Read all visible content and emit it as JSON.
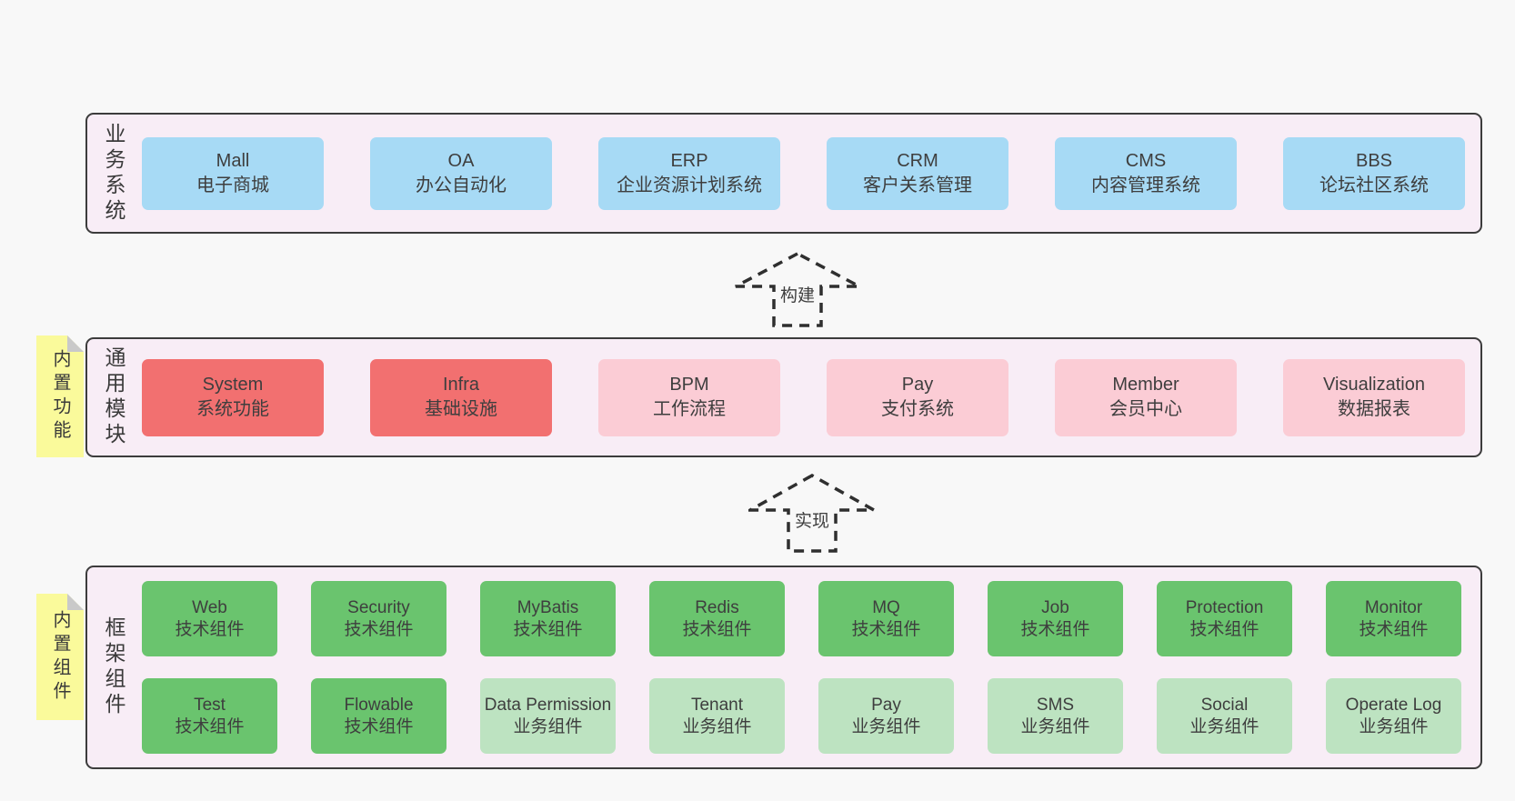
{
  "arrows": {
    "build": "构建",
    "implement": "实现"
  },
  "colors": {
    "page_bg": "#f8f8f8",
    "panel_bg": "#f8edf6",
    "panel_border": "#3c3c3c",
    "blue_box": "#a7daf5",
    "red_box": "#f27070",
    "pink_box": "#fbccd5",
    "green_box": "#6ac46e",
    "light_green_box": "#bde3c1",
    "sticky_note": "#fafa9b"
  },
  "sections": {
    "business": {
      "label": "业务系统",
      "boxes": [
        {
          "name": "Mall",
          "desc": "电子商城"
        },
        {
          "name": "OA",
          "desc": "办公自动化"
        },
        {
          "name": "ERP",
          "desc": "企业资源计划系统"
        },
        {
          "name": "CRM",
          "desc": "客户关系管理"
        },
        {
          "name": "CMS",
          "desc": "内容管理系统"
        },
        {
          "name": "BBS",
          "desc": "论坛社区系统"
        }
      ]
    },
    "modules": {
      "sticky": "内置功能",
      "label": "通用模块",
      "boxes": [
        {
          "name": "System",
          "desc": "系统功能"
        },
        {
          "name": "Infra",
          "desc": "基础设施"
        },
        {
          "name": "BPM",
          "desc": "工作流程"
        },
        {
          "name": "Pay",
          "desc": "支付系统"
        },
        {
          "name": "Member",
          "desc": "会员中心"
        },
        {
          "name": "Visualization",
          "desc": "数据报表"
        }
      ]
    },
    "framework": {
      "sticky": "内置组件",
      "label": "框架组件",
      "row1": [
        {
          "name": "Web",
          "desc": "技术组件"
        },
        {
          "name": "Security",
          "desc": "技术组件"
        },
        {
          "name": "MyBatis",
          "desc": "技术组件"
        },
        {
          "name": "Redis",
          "desc": "技术组件"
        },
        {
          "name": "MQ",
          "desc": "技术组件"
        },
        {
          "name": "Job",
          "desc": "技术组件"
        },
        {
          "name": "Protection",
          "desc": "技术组件"
        },
        {
          "name": "Monitor",
          "desc": "技术组件"
        }
      ],
      "row2": [
        {
          "name": "Test",
          "desc": "技术组件"
        },
        {
          "name": "Flowable",
          "desc": "技术组件"
        },
        {
          "name": "Data Permission",
          "desc": "业务组件"
        },
        {
          "name": "Tenant",
          "desc": "业务组件"
        },
        {
          "name": "Pay",
          "desc": "业务组件"
        },
        {
          "name": "SMS",
          "desc": "业务组件"
        },
        {
          "name": "Social",
          "desc": "业务组件"
        },
        {
          "name": "Operate Log",
          "desc": "业务组件"
        }
      ]
    }
  }
}
